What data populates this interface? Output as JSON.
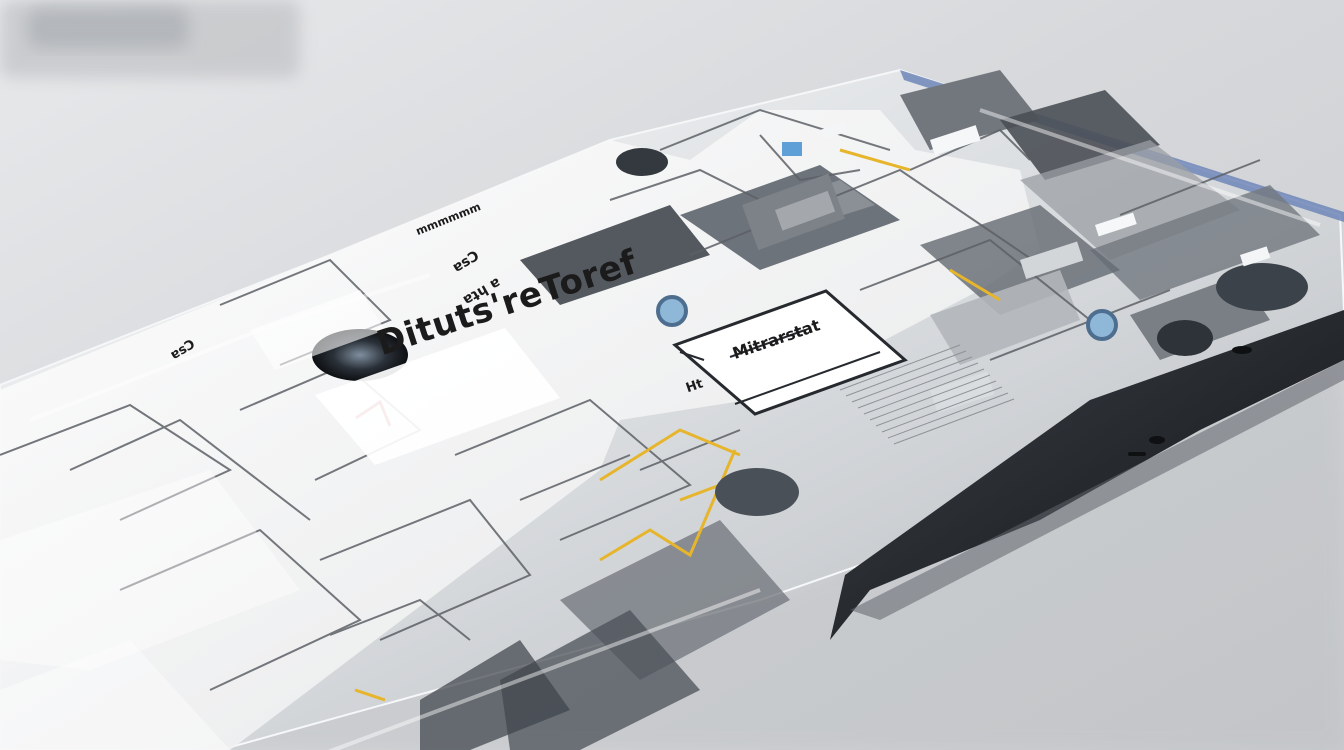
{
  "scene": {
    "description_alt": "Transparent smartphone with internal components and technical drawing overlay",
    "colors": {
      "background": "#d9dadc",
      "device_dark": "#1f2328",
      "device_edge": "#6f86b8",
      "paper": "#f2f3f3",
      "line": "#5d6166",
      "accent_yellow": "#e7b52b",
      "accent_red": "#b3262d",
      "accent_blue": "#5f9fd8"
    }
  },
  "labels": {
    "brand": "Dituts'reToref",
    "panel": "Mitrarstat",
    "stamp": "Ht",
    "side_a": "ɐsƆ",
    "side_b": "ɐʇɥ ɐ",
    "side_c": "ɐsƆ",
    "side_d": "mmmmmm"
  }
}
